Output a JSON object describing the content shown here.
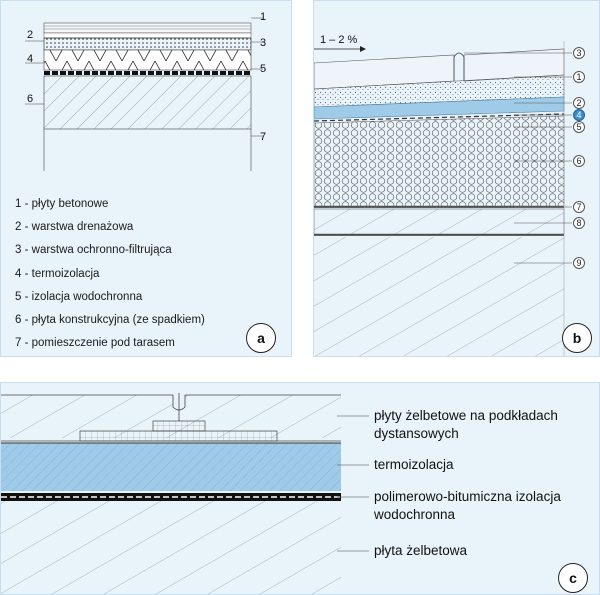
{
  "panel_a": {
    "badge": "a",
    "layer_numbers": [
      "1",
      "2",
      "3",
      "4",
      "5",
      "6",
      "7"
    ],
    "legend": [
      {
        "num": "1",
        "text": "płyty betonowe"
      },
      {
        "num": "2",
        "text": "warstwa drenażowa"
      },
      {
        "num": "3",
        "text": "warstwa ochronno-filtrująca"
      },
      {
        "num": "4",
        "text": "termoizolacja"
      },
      {
        "num": "5",
        "text": "izolacja wodochronna"
      },
      {
        "num": "6",
        "text": "płyta konstrukcyjna (ze spadkiem)"
      },
      {
        "num": "7",
        "text": "pomieszczenie pod tarasem"
      }
    ]
  },
  "panel_b": {
    "badge": "b",
    "slope": "1 – 2 %",
    "callouts": [
      "3",
      "1",
      "2",
      "4",
      "5",
      "6",
      "7",
      "8",
      "9"
    ]
  },
  "panel_c": {
    "badge": "c",
    "labels": {
      "slabs": "płyty żelbetowe na podkładach dystansowych",
      "insulation": "termoizolacja",
      "waterproofing": "polimerowo-bitumiczna izolacja wodochronna",
      "base_slab": "płyta żelbetowa"
    }
  },
  "colors": {
    "panel_bg": "#e9f3fa",
    "insulation_blue": "#9fcbe9",
    "highlight_callout": "#3b8fd0"
  }
}
